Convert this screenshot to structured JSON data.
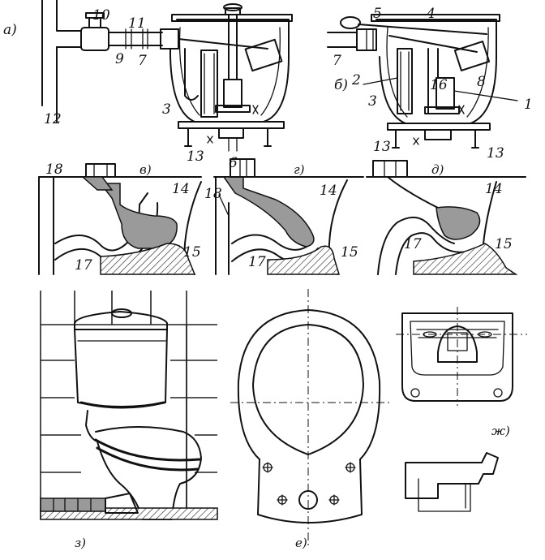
{
  "panel_letters": {
    "a": "а)",
    "b": "б)",
    "v": "в)",
    "g": "г)",
    "d": "д)",
    "e": "е)",
    "zh": "ж)",
    "z": "з)"
  },
  "part_numbers": {
    "n1": "1",
    "n2": "2",
    "n3": "3",
    "n4": "4",
    "n5": "5",
    "n6": "6",
    "n7": "7",
    "n8": "8",
    "n9": "9",
    "n10": "10",
    "n11": "11",
    "n12": "12",
    "n13": "13",
    "n14": "14",
    "n15": "15",
    "n16": "16",
    "n17": "17",
    "n18": "18"
  }
}
